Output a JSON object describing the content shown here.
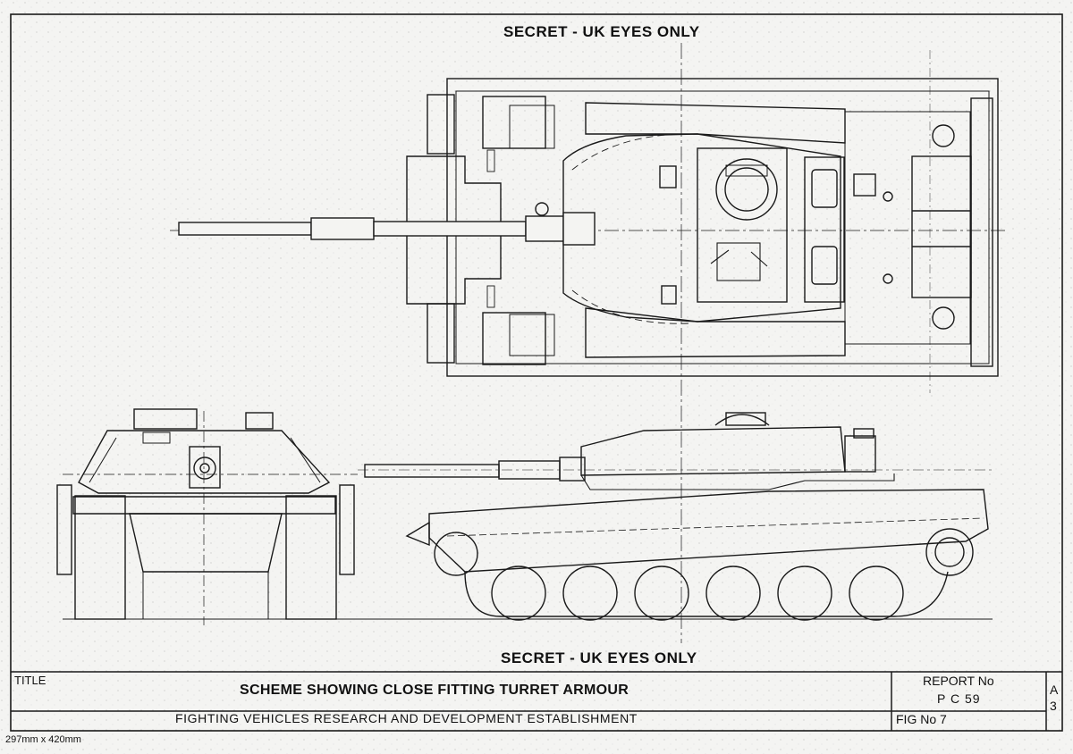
{
  "classification_top": "SECRET - UK EYES ONLY",
  "classification_bottom": "SECRET - UK EYES ONLY",
  "title_block": {
    "title_caption": "TITLE",
    "title": "SCHEME SHOWING CLOSE FITTING TURRET ARMOUR",
    "establishment": "FIGHTING VEHICLES RESEARCH AND DEVELOPMENT ESTABLISHMENT",
    "report_caption": "REPORT No",
    "report_number": "P C 59",
    "figure": "FIG No 7",
    "sheet_size_letter": "A",
    "sheet_size_number": "3"
  },
  "paper_size": "297mm x 420mm",
  "colors": {
    "paper": "#f4f4f2",
    "ink": "#1a1a1a"
  }
}
